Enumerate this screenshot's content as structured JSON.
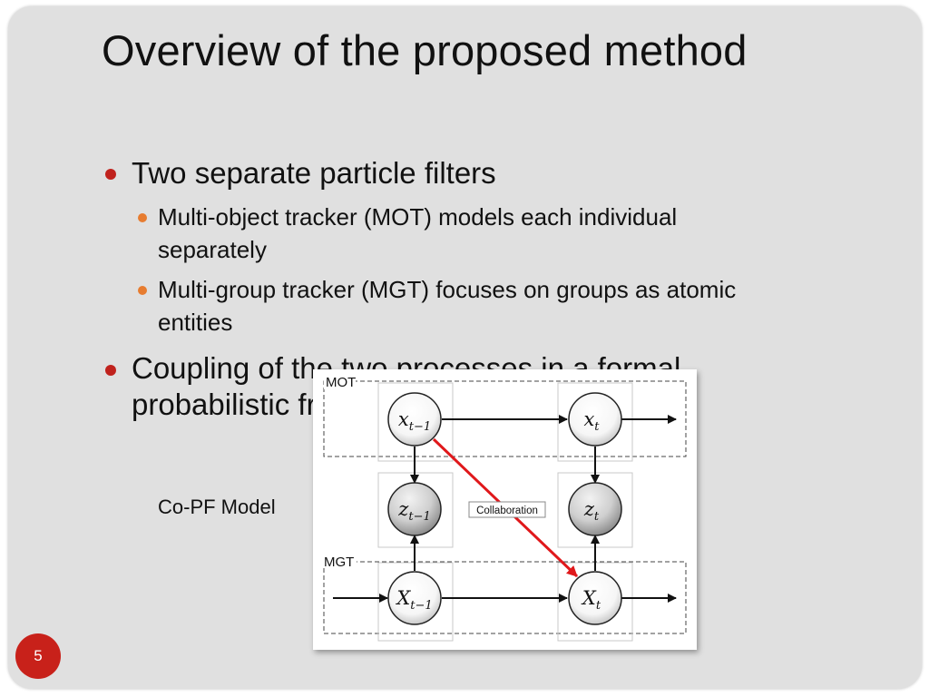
{
  "slide": {
    "title": "Overview of the proposed method",
    "bullets": [
      {
        "text_lines": [
          "Two separate particle filters"
        ],
        "sub": [
          {
            "text_lines": [
              "Multi-object tracker (MOT) models each individual",
              "separately"
            ]
          },
          {
            "text_lines": [
              "Multi-group tracker (MGT) focuses on groups as atomic",
              "entities"
            ]
          }
        ]
      },
      {
        "text_lines": [
          "Coupling of the two processes in a formal",
          "probabilistic framework"
        ]
      }
    ],
    "caption": "Co-PF Model",
    "page_number": "5"
  },
  "figure": {
    "mot_label": "MOT",
    "mgt_label": "MGT",
    "collab_label": "Collaboration",
    "node_x_prev": "x",
    "node_x_prev_sub": "t−1",
    "node_x_cur": "x",
    "node_x_cur_sub": "t",
    "node_z_prev": "z",
    "node_z_prev_sub": "t−1",
    "node_z_cur": "z",
    "node_z_cur_sub": "t",
    "node_X_prev": "X",
    "node_X_prev_sub": "t−1",
    "node_X_cur": "X",
    "node_X_cur_sub": "t",
    "colors": {
      "collaboration_arrow": "#e0181b",
      "accent_bullet": "#c0221d",
      "sub_bullet": "#e77c30"
    }
  }
}
